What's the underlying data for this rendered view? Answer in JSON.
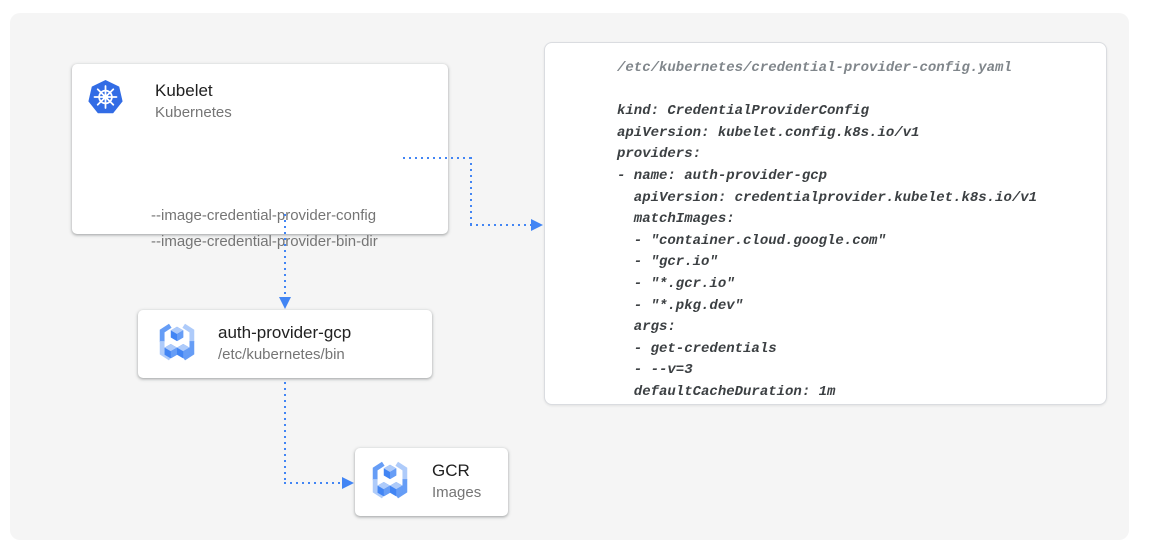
{
  "diagram": {
    "kubelet": {
      "title": "Kubelet",
      "subtitle": "Kubernetes",
      "flags": [
        "--image-credential-provider-config",
        "--image-credential-provider-bin-dir"
      ]
    },
    "auth_provider": {
      "title": "auth-provider-gcp",
      "subtitle": "/etc/kubernetes/bin"
    },
    "gcr": {
      "title": "GCR",
      "subtitle": "Images"
    },
    "config_file": {
      "path": "/etc/kubernetes/credential-provider-config.yaml",
      "lines": [
        "kind: CredentialProviderConfig",
        "apiVersion: kubelet.config.k8s.io/v1",
        "providers:",
        "- name: auth-provider-gcp",
        "  apiVersion: credentialprovider.kubelet.k8s.io/v1",
        "  matchImages:",
        "  - \"container.cloud.google.com\"",
        "  - \"gcr.io\"",
        "  - \"*.gcr.io\"",
        "  - \"*.pkg.dev\"",
        "  args:",
        "  - get-credentials",
        "  - --v=3",
        "  defaultCacheDuration: 1m"
      ]
    },
    "colors": {
      "accent_blue": "#4285f4",
      "kubernetes_blue": "#326ce5"
    }
  }
}
